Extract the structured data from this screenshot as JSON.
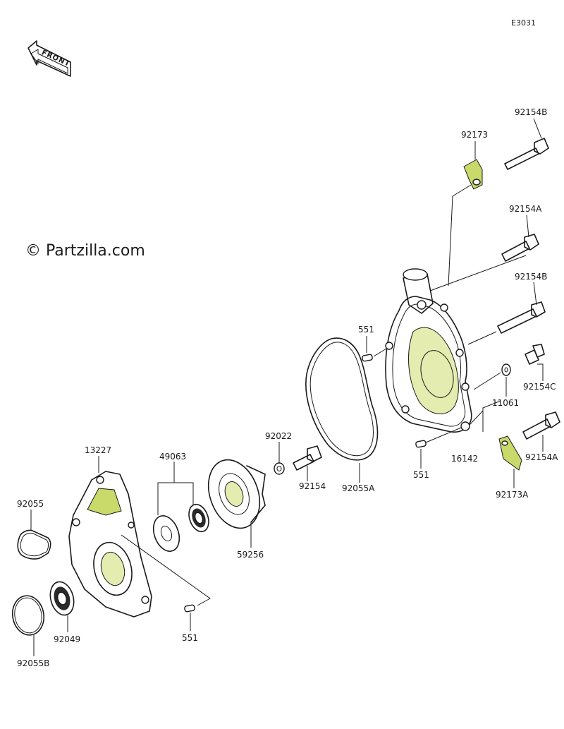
{
  "diagram": {
    "code": "E3031",
    "copyright": "© Partzilla.com",
    "front_label": "FRONT",
    "parts": [
      {
        "id": "p92154B_top",
        "number": "92154B"
      },
      {
        "id": "p92173",
        "number": "92173"
      },
      {
        "id": "p92154A_top",
        "number": "92154A"
      },
      {
        "id": "p92154B_mid",
        "number": "92154B"
      },
      {
        "id": "p551_top",
        "number": "551"
      },
      {
        "id": "p92154C",
        "number": "92154C"
      },
      {
        "id": "p11061",
        "number": "11061"
      },
      {
        "id": "p551_mid",
        "number": "551"
      },
      {
        "id": "p16142",
        "number": "16142"
      },
      {
        "id": "p92154A_low",
        "number": "92154A"
      },
      {
        "id": "p92173A",
        "number": "92173A"
      },
      {
        "id": "p92022",
        "number": "92022"
      },
      {
        "id": "p92154",
        "number": "92154"
      },
      {
        "id": "p92055A",
        "number": "92055A"
      },
      {
        "id": "p13227",
        "number": "13227"
      },
      {
        "id": "p49063",
        "number": "49063"
      },
      {
        "id": "p92055",
        "number": "92055"
      },
      {
        "id": "p59256",
        "number": "59256"
      },
      {
        "id": "p92049",
        "number": "92049"
      },
      {
        "id": "p551_low",
        "number": "551"
      },
      {
        "id": "p92055B",
        "number": "92055B"
      }
    ]
  }
}
